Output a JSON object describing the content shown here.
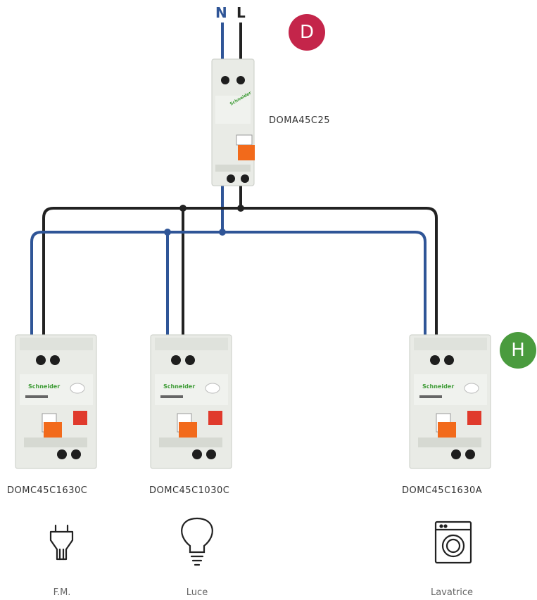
{
  "wires": {
    "neutral_label": "N",
    "line_label": "L",
    "neutral_color": "#2f5597",
    "line_color": "#222222"
  },
  "badges": {
    "main_letter": "D",
    "main_color": "#c4254a",
    "sub_letter": "H",
    "sub_color": "#4a9b3e"
  },
  "main_breaker": {
    "model": "DOMA45C25"
  },
  "breakers": [
    {
      "model": "DOMC45C1630C",
      "caption": "F.M.",
      "icon": "power-plug-icon"
    },
    {
      "model": "DOMC45C1030C",
      "caption": "Luce",
      "icon": "light-bulb-icon"
    },
    {
      "model": "DOMC45C1630A",
      "caption": "Lavatrice",
      "icon": "washing-machine-icon"
    }
  ]
}
